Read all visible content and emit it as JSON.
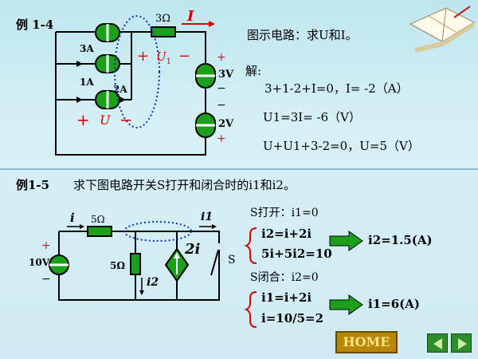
{
  "ex1": {
    "title": "例 1-4",
    "labels": {
      "r3": "3Ω",
      "I": "I",
      "a3": "3A",
      "a1": "1A",
      "a2": "2A",
      "u1_plus": "+",
      "u1": "U",
      "u1_sub": "1",
      "u1_minus": "−",
      "u_plus": "+",
      "u": "U",
      "u_minus": "−",
      "v3_plus": "+",
      "v3": "3V",
      "v3_minus": "−",
      "v2_minus": "−",
      "v2": "2V",
      "v2_plus": "+"
    },
    "prompt": "图示电路：求U和I。",
    "solve": "解:",
    "eq1": "3+1-2+I=0，I= -2（A）",
    "eq2": "U1=3I= -6（V）",
    "eq3": "U+U1+3-2=0，U=5（V）"
  },
  "ex2": {
    "title": "例1-5",
    "question": "求下图电路开关S打开和闭合时的i1和i2。",
    "labels": {
      "i": "i",
      "r5a": "5Ω",
      "i1": "i1",
      "plus": "+",
      "v10": "10V",
      "minus": "−",
      "r5b": "5Ω",
      "i2": "i2",
      "dep": "2i",
      "s": "S"
    },
    "open_title": "S打开：i1=0",
    "open_eq1": "i2=i+2i",
    "open_eq2": "5i+5i2=10",
    "open_result": "i2=1.5(A)",
    "closed_title": "S闭合：i2=0",
    "closed_eq1": "i1=i+2i",
    "closed_eq2": "i=10/5=2",
    "closed_result": "i1=6(A)"
  },
  "nav": {
    "home": "HOME"
  }
}
